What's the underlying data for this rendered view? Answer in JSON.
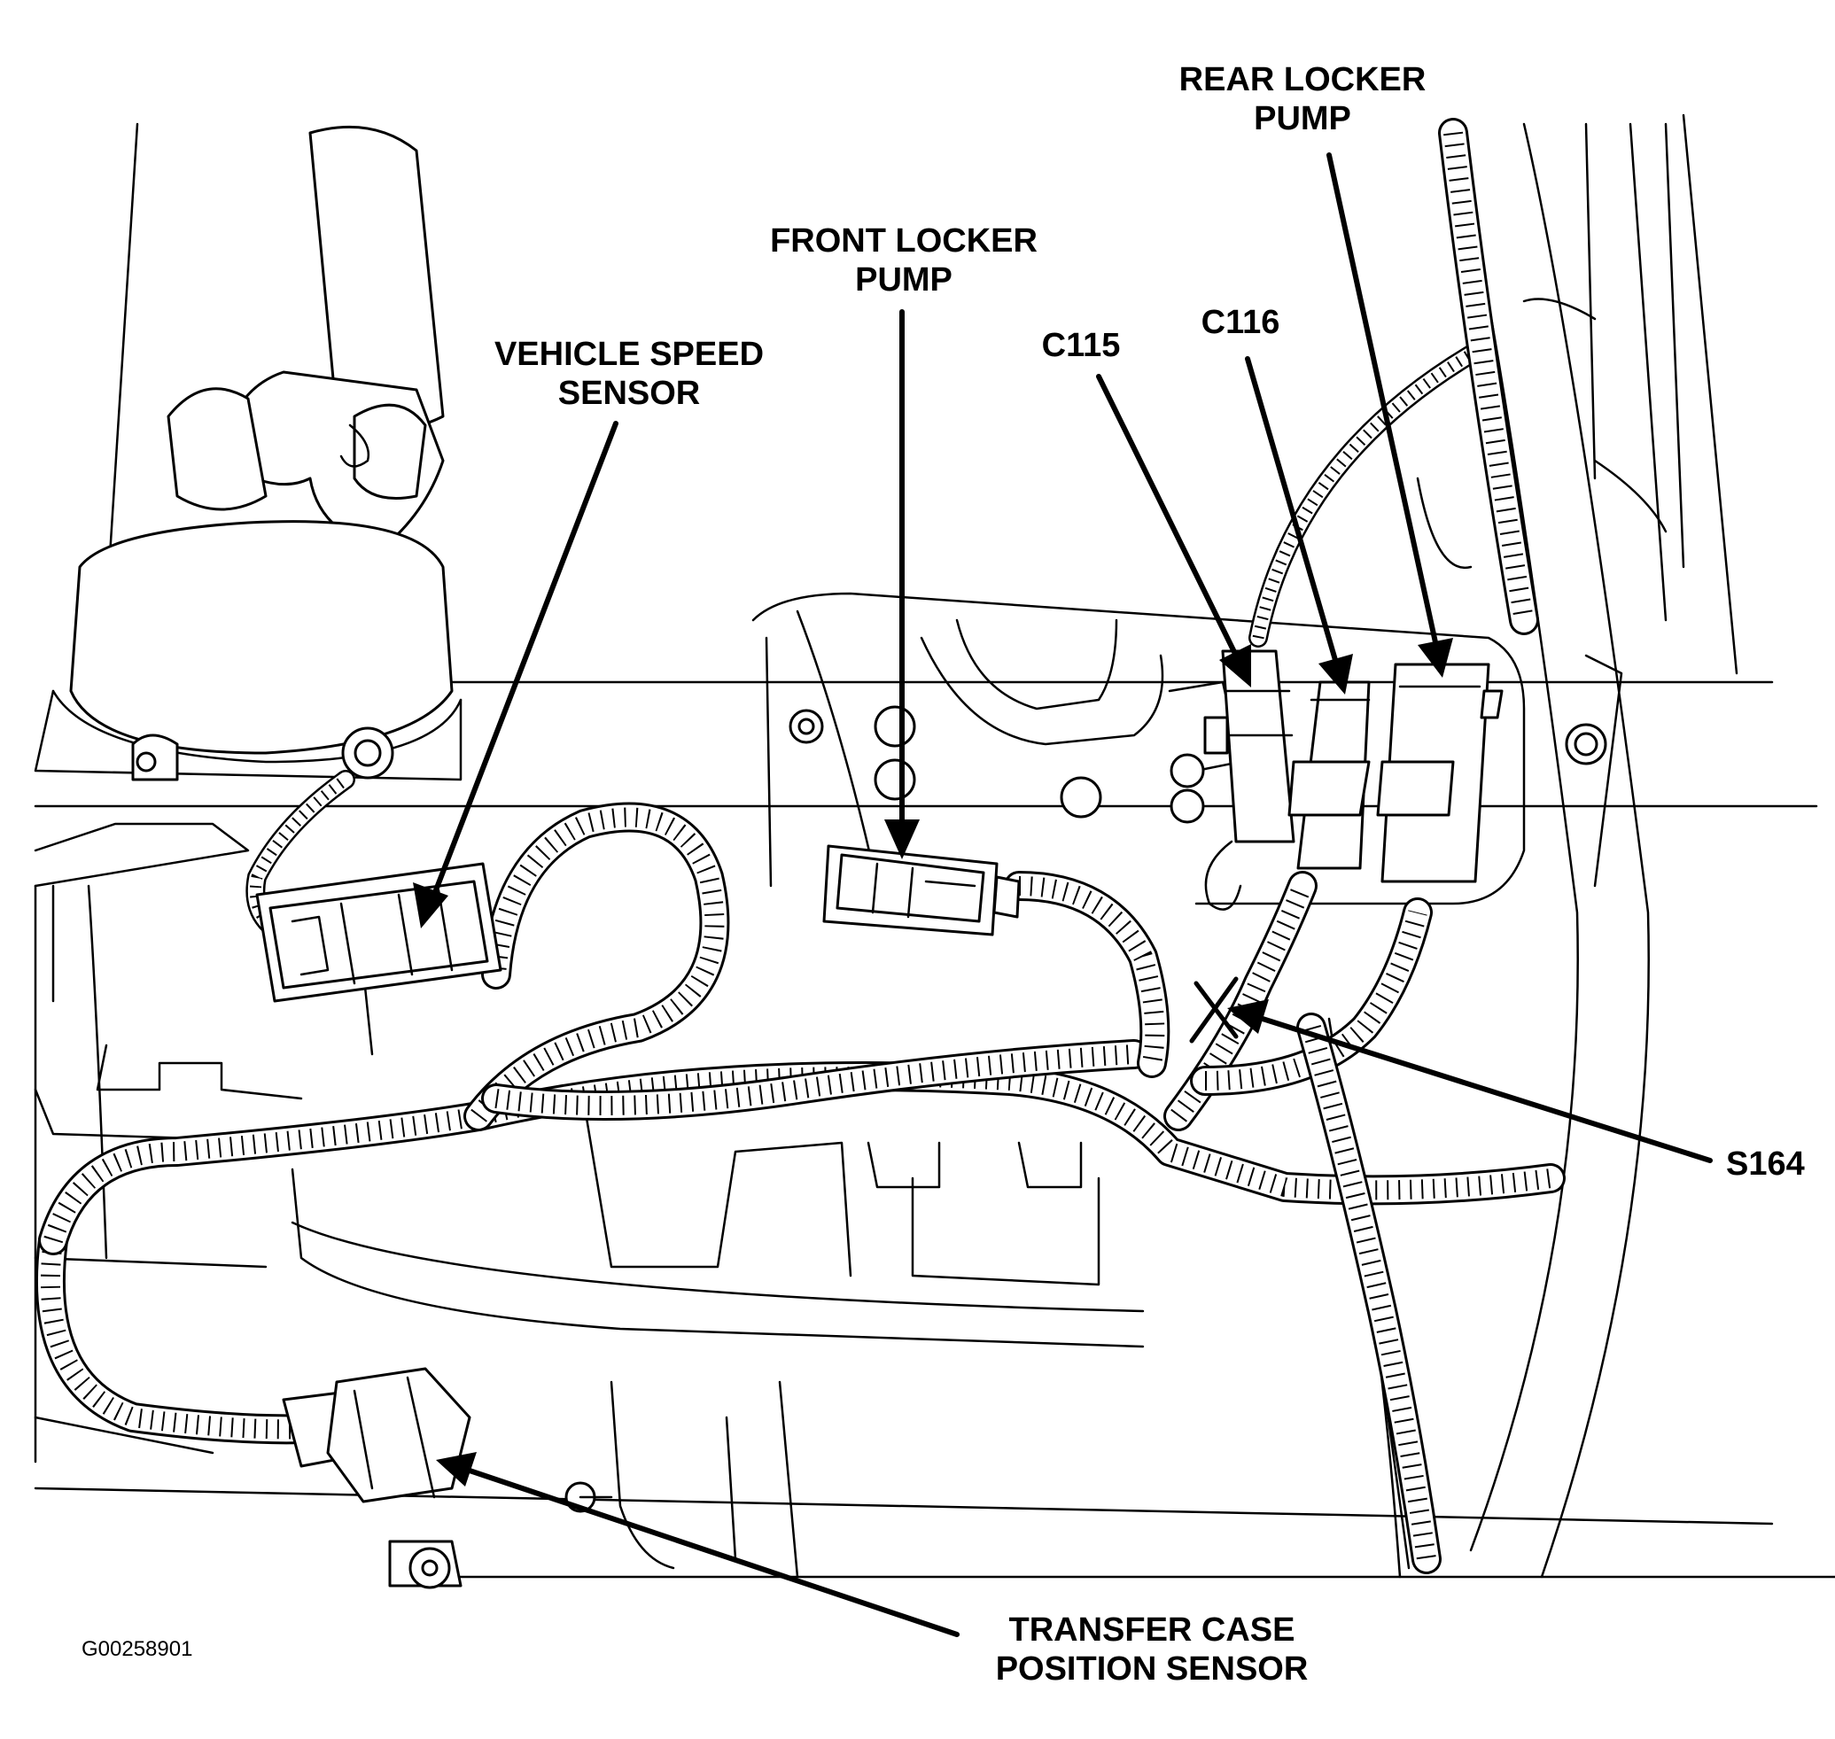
{
  "figure_id": "G00258901",
  "callouts": {
    "rear_locker_pump": [
      "REAR LOCKER",
      "PUMP"
    ],
    "front_locker_pump": [
      "FRONT LOCKER",
      "PUMP"
    ],
    "vehicle_speed_sensor": [
      "VEHICLE SPEED",
      "SENSOR"
    ],
    "c115": "C115",
    "c116": "C116",
    "s164": "S164",
    "transfer_case_position_sensor": [
      "TRANSFER CASE",
      "POSITION SENSOR"
    ]
  }
}
